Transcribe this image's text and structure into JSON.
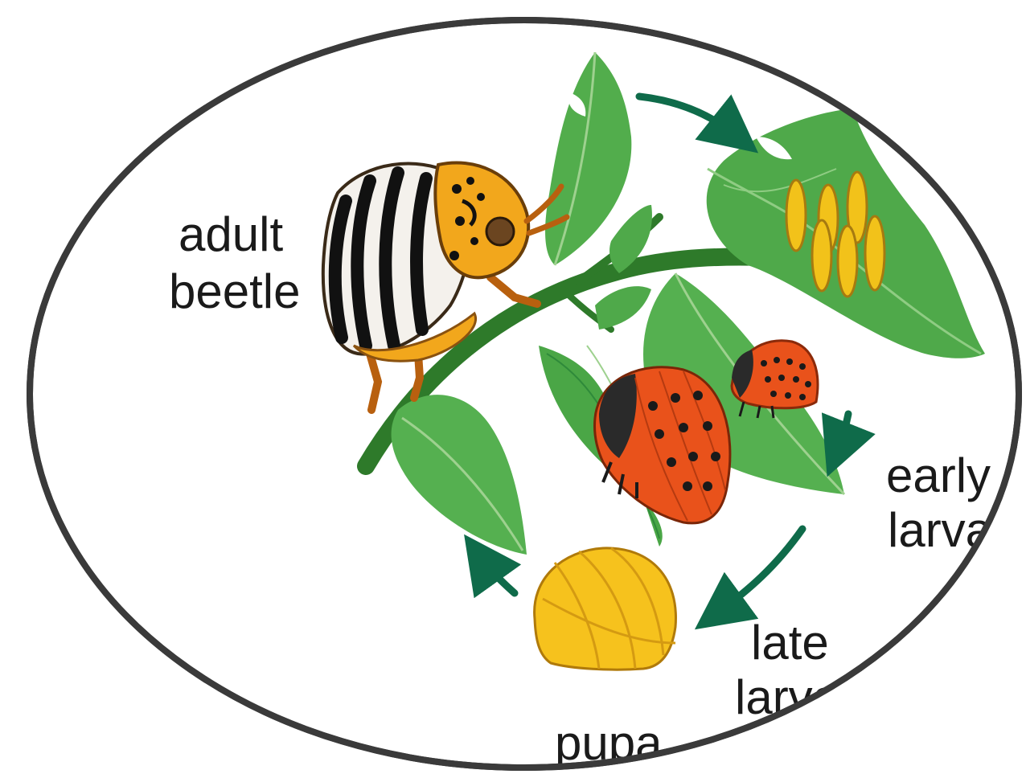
{
  "labels": {
    "adult_line1": "adult",
    "adult_line2": "beetle",
    "early_line1": "early",
    "early_line2": "larva",
    "late_line1": "late",
    "late_line2": "larva",
    "pupa": "pupa"
  },
  "colors": {
    "ellipse_stroke": "#3a3a3a",
    "arrow": "#0f6b4a",
    "leaf": "#4caa4a",
    "leaf_dark": "#2f8a3a",
    "stem": "#2e7a2a",
    "egg": "#f2c21a",
    "larva": "#e9521b",
    "pupa": "#f6c21d",
    "beetle_yellow": "#f2a71c"
  }
}
